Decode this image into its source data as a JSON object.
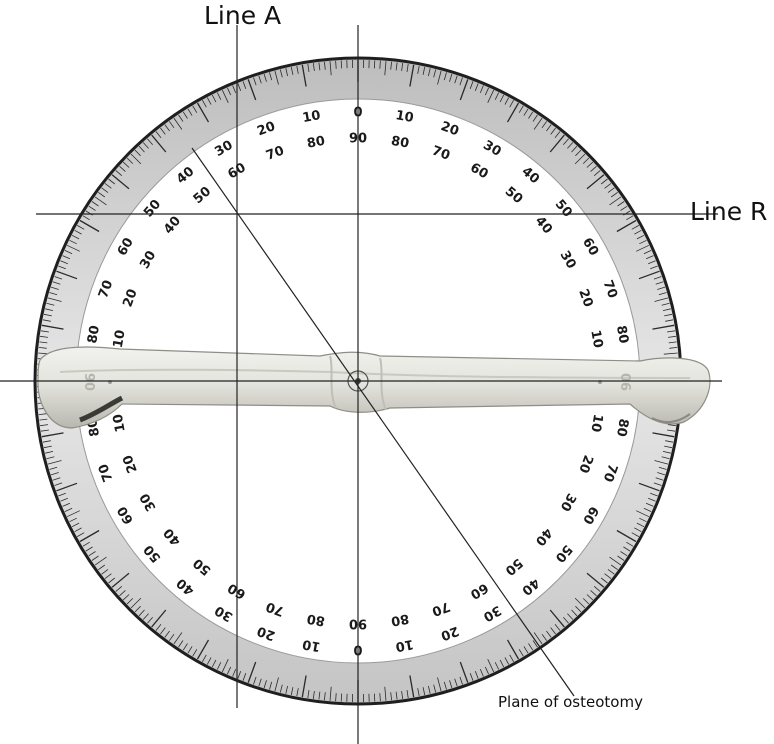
{
  "labels": {
    "line_a": "Line A",
    "line_r": "Line R",
    "plane": "Plane of osteotomy"
  },
  "protractor": {
    "outer_numbers": [
      "10",
      "20",
      "30",
      "40",
      "50",
      "60",
      "70",
      "80",
      "90"
    ],
    "inner_numbers": [
      "80",
      "70",
      "60",
      "50",
      "40",
      "30",
      "20",
      "10",
      "0"
    ],
    "top_zero": "0",
    "top_ninety": "90"
  },
  "colors": {
    "rim": "#1f1f1f",
    "ring": "#d8d8d8",
    "bone": "#e2e2dc",
    "bone_shadow": "#9a9a94",
    "lines": "#222222"
  }
}
